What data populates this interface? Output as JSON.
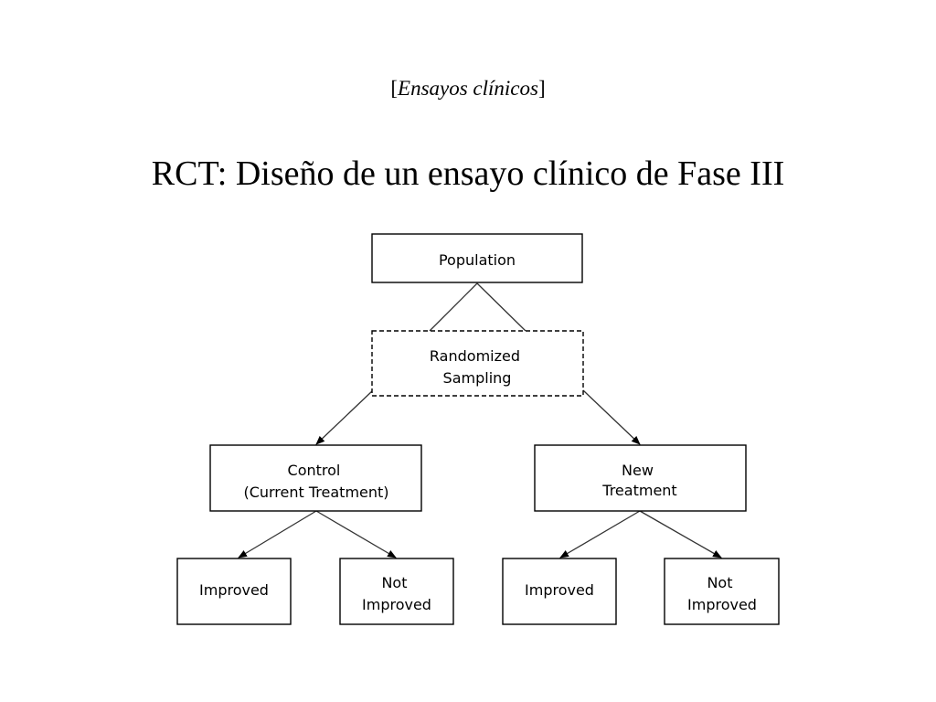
{
  "slide": {
    "subtitle": "Ensayos clínicos",
    "subtitle_open_bracket": "[",
    "subtitle_close_bracket": "]",
    "title": "RCT: Diseño de un ensayo clínico de Fase III"
  },
  "diagram": {
    "population": [
      "Population"
    ],
    "randomized_sampling": [
      "Randomized",
      "Sampling"
    ],
    "control": [
      "Control",
      "(Current Treatment)"
    ],
    "new_treatment": [
      "New",
      "Treatment"
    ],
    "control_improved": [
      "Improved"
    ],
    "control_not_improved": [
      "Not",
      "Improved"
    ],
    "new_improved": [
      "Improved"
    ],
    "new_not_improved": [
      "Not",
      "Improved"
    ]
  }
}
